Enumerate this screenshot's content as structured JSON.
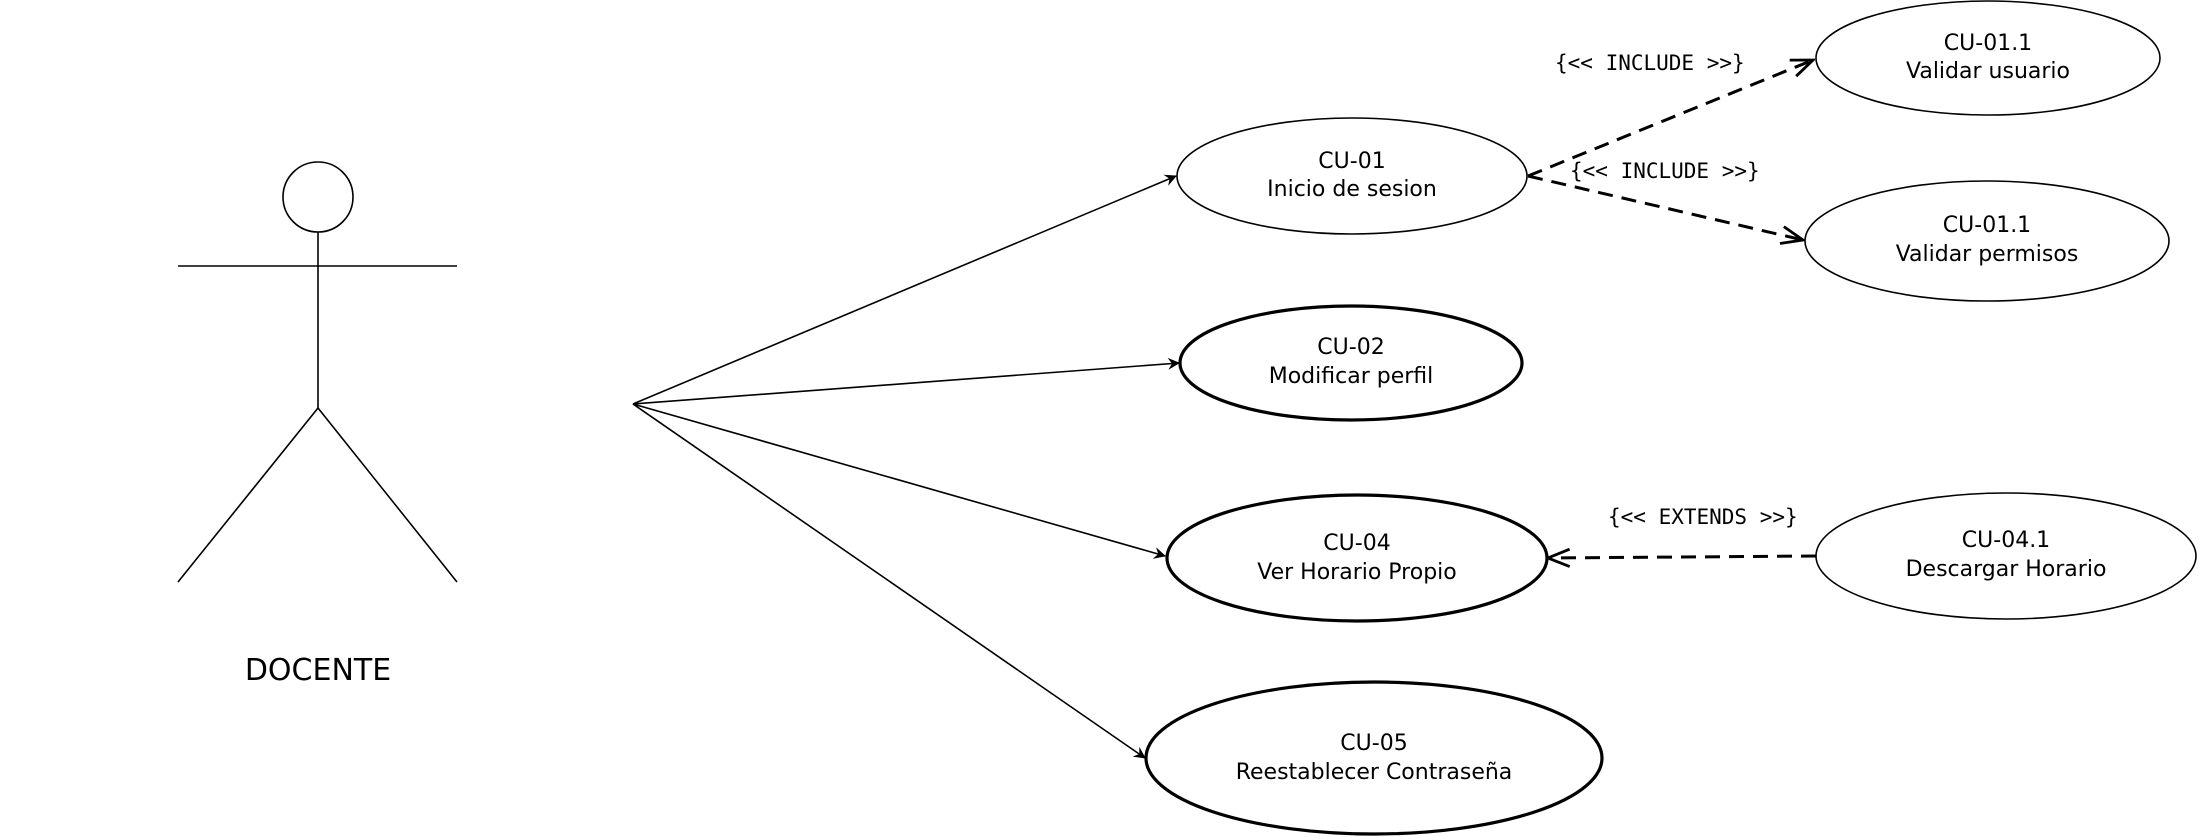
{
  "actor": {
    "name": "DOCENTE"
  },
  "use_cases": [
    {
      "id": "CU-01",
      "title": "Inicio de sesion"
    },
    {
      "id": "CU-02",
      "title": "Modificar perfil"
    },
    {
      "id": "CU-04",
      "title": "Ver Horario Propio"
    },
    {
      "id": "CU-05",
      "title": "Reestablecer Contraseña"
    },
    {
      "id": "CU-01.1",
      "title": "Validar usuario"
    },
    {
      "id": "CU-01.1",
      "title": "Validar permisos"
    },
    {
      "id": "CU-04.1",
      "title": "Descargar Horario"
    }
  ],
  "relations": [
    {
      "from": "CU-01",
      "to": "Validar usuario",
      "label": "{<< INCLUDE >>}"
    },
    {
      "from": "CU-01",
      "to": "Validar permisos",
      "label": "{<< INCLUDE >>}"
    },
    {
      "from": "Descargar Horario",
      "to": "CU-04",
      "label": "{<< EXTENDS >>}"
    }
  ]
}
